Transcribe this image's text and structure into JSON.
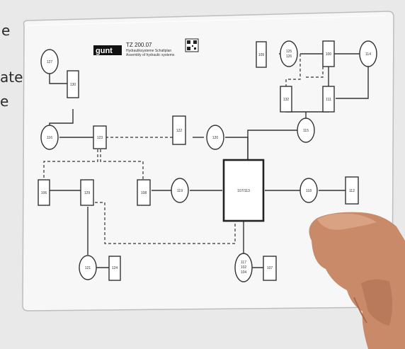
{
  "background_text": {
    "line1": "e",
    "line3": "ate",
    "line4": "e"
  },
  "header": {
    "brand": "gunt",
    "code": "TZ 200.07",
    "subtitle_line1": "Hydrauliksysteme Schaltplan",
    "subtitle_line2": "Assembly of hydraulic systems"
  },
  "nodes": {
    "n127": "127",
    "n130": "130",
    "n116": "116",
    "n123": "123",
    "n122": "122",
    "n120a": "120",
    "n109": "109",
    "n125": "125",
    "n126": "126",
    "n100": "100",
    "n114": "114",
    "n132": "132",
    "n111": "111",
    "n115": "115",
    "n106": "106",
    "n129": "129",
    "n108": "108",
    "n119": "119",
    "center": "107/113",
    "n118": "118",
    "n112": "112",
    "n121": "121",
    "n124": "124",
    "n117a": "117",
    "n102": "102",
    "n104": "104",
    "n107": "107"
  },
  "colors": {
    "panel": "#f7f7f7",
    "line": "#333333",
    "skin": "#c98a6a"
  }
}
